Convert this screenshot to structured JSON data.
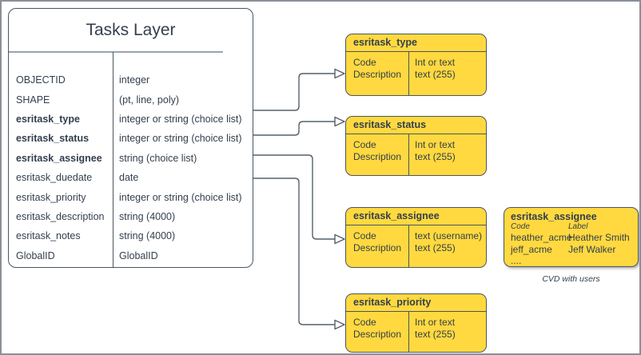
{
  "colors": {
    "yellow": "#ffd93f",
    "stroke": "#4a5663",
    "text": "#333f4d",
    "frame_border": "#8a9099",
    "title_divider": "#9aa3ad"
  },
  "tasks_table": {
    "title": "Tasks Layer",
    "rows": [
      {
        "field": "OBJECTID",
        "type": "integer"
      },
      {
        "field": "SHAPE",
        "type": "(pt, line, poly)"
      },
      {
        "field": "esritask_type",
        "type": "integer or string (choice list)"
      },
      {
        "field": "esritask_status",
        "type": "integer or string (choice list)"
      },
      {
        "field": "esritask_assignee",
        "type": "string (choice list)"
      },
      {
        "field": "esritask_duedate",
        "type": "date"
      },
      {
        "field": "esritask_priority",
        "type": "integer or string (choice list)"
      },
      {
        "field": "esritask_description",
        "type": "string (4000)"
      },
      {
        "field": "esritask_notes",
        "type": "string (4000)"
      },
      {
        "field": "GlobalID",
        "type": "GlobalID"
      }
    ]
  },
  "domain_boxes": [
    {
      "title": "esritask_type",
      "left_rows": [
        "Code",
        "Description"
      ],
      "right_rows": [
        "Int or text",
        "text (255)"
      ]
    },
    {
      "title": "esritask_status",
      "left_rows": [
        "Code",
        "Description"
      ],
      "right_rows": [
        "Int or text",
        "text (255)"
      ]
    },
    {
      "title": "esritask_assignee",
      "left_rows": [
        "Code",
        "Description"
      ],
      "right_rows": [
        "text (username)",
        "text (255)"
      ]
    },
    {
      "title": "esritask_priority",
      "left_rows": [
        "Code",
        "Description"
      ],
      "right_rows": [
        "Int or text",
        "text (255)"
      ]
    }
  ],
  "cvd_box": {
    "title": "esritask_assignee",
    "col_headers": [
      "Code",
      "Label"
    ],
    "rows": [
      {
        "code": "heather_acme",
        "label": "Heather Smith"
      },
      {
        "code": "jeff_acme",
        "label": "Jeff Walker"
      }
    ],
    "ellipsis": "....",
    "caption": "CVD with users"
  }
}
